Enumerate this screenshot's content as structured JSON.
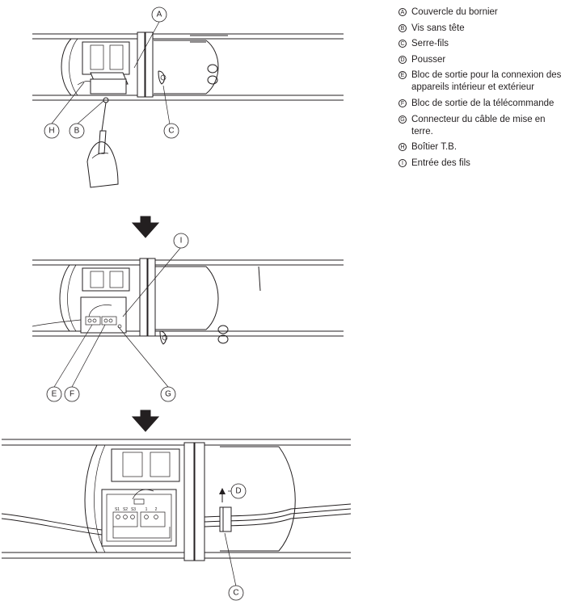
{
  "legend": [
    {
      "marker": "A",
      "text": "Couvercle du bornier"
    },
    {
      "marker": "B",
      "text": "Vis sans tête"
    },
    {
      "marker": "C",
      "text": "Serre-fils"
    },
    {
      "marker": "D",
      "text": "Pousser"
    },
    {
      "marker": "E",
      "text": "Bloc de sortie pour la connexion des appareils intérieur et extérieur"
    },
    {
      "marker": "F",
      "text": "Bloc de sortie de la télécommande"
    },
    {
      "marker": "G",
      "text": "Connecteur du câble de mise en terre."
    },
    {
      "marker": "H",
      "text": "Boîtier T.B."
    },
    {
      "marker": "I",
      "text": "Entrée des fils"
    }
  ],
  "callouts": {
    "step1": [
      "A",
      "H",
      "B",
      "C"
    ],
    "step2": [
      "I",
      "E",
      "F",
      "G"
    ],
    "step3": [
      "D",
      "C"
    ]
  },
  "terminal_labels": [
    "S1",
    "S2",
    "S3",
    "1",
    "2"
  ]
}
